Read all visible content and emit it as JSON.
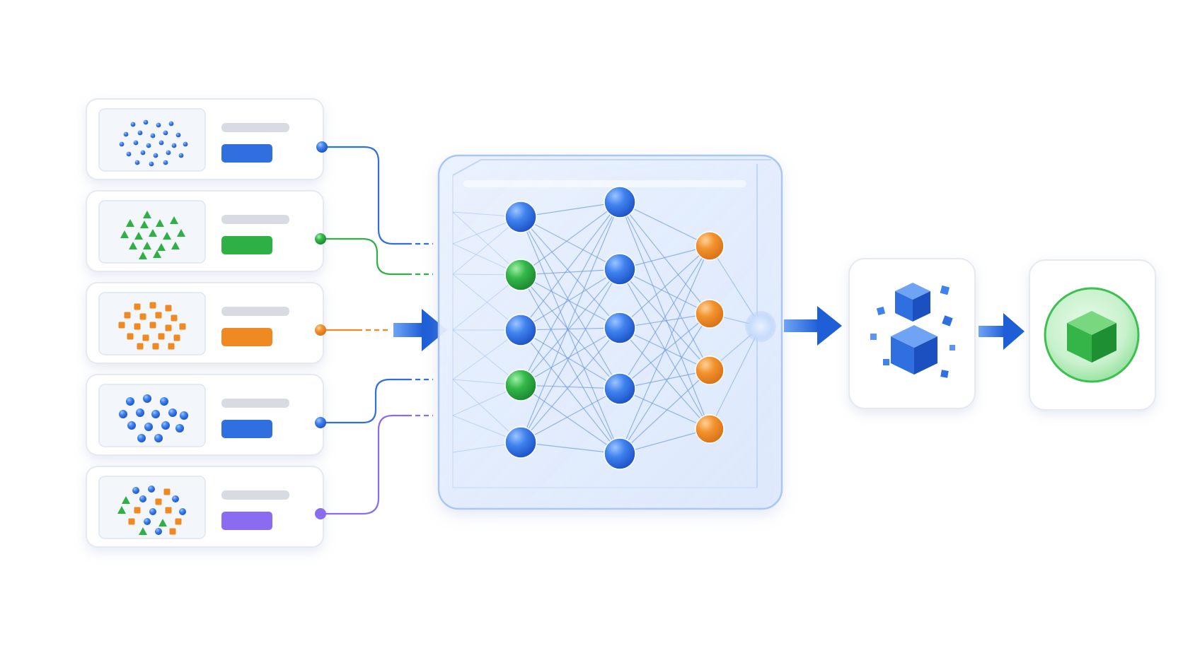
{
  "colors": {
    "blue": "#2f6fe0",
    "blue_light": "#5b95f0",
    "green": "#2eb045",
    "orange": "#ef8a22",
    "purple": "#8a6cf0",
    "card_border": "#e6e9ef",
    "thumb_bg": "#f3f6fb",
    "glass_edge": "#a9c6f5",
    "gray_bar": "#d8dbe1"
  },
  "dataset_cards": [
    {
      "id": "dataset-card-1",
      "content": "blue-dots",
      "tag_color": "blue",
      "connector": "blue-line"
    },
    {
      "id": "dataset-card-2",
      "content": "green-triangles",
      "tag_color": "green",
      "connector": "green-line"
    },
    {
      "id": "dataset-card-3",
      "content": "orange-cubes",
      "tag_color": "orange",
      "connector": "orange-line"
    },
    {
      "id": "dataset-card-4",
      "content": "blue-spheres",
      "tag_color": "blue",
      "connector": "blue-line"
    },
    {
      "id": "dataset-card-5",
      "content": "mixed-shapes",
      "tag_color": "purple",
      "connector": "purple-line"
    }
  ],
  "network": {
    "layers": [
      [
        "blue",
        "green",
        "blue",
        "green",
        "blue"
      ],
      [
        "blue",
        "blue",
        "blue",
        "blue",
        "blue"
      ],
      [
        "orange",
        "orange",
        "orange",
        "orange"
      ]
    ]
  },
  "icons": [
    "input-arrow-icon",
    "neural-network-cube-icon",
    "output-arrow-icon",
    "blue-blocks-icon",
    "green-cube-icon"
  ]
}
